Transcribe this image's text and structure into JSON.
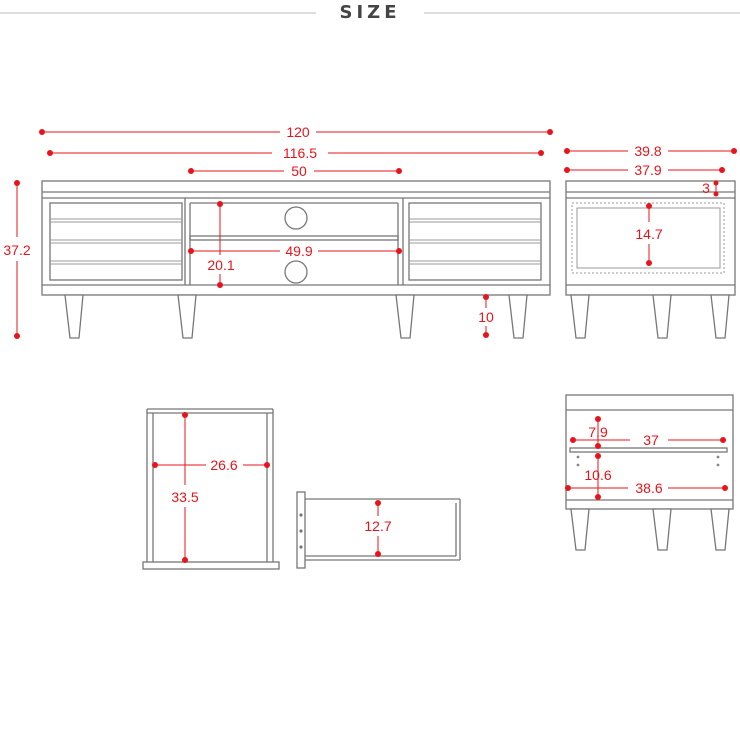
{
  "header": {
    "title": "SIZE"
  },
  "front_view": {
    "total_width": "120",
    "inner_width": "116.5",
    "center_width": "50",
    "shelf_width": "49.9",
    "shelf_height": "20.1",
    "total_height": "37.2",
    "leg_height": "10"
  },
  "side_view": {
    "depth": "39.8",
    "inner_depth": "37.9",
    "top_thickness": "3",
    "opening_height": "14.7"
  },
  "drawer_front": {
    "width": "26.6",
    "height": "33.5"
  },
  "drawer_side": {
    "height": "12.7"
  },
  "section_view": {
    "upper_gap": "7.9",
    "shelf_depth": "37",
    "lower_gap": "10.6",
    "bottom_depth": "38.6"
  },
  "colors": {
    "dimension": "#e8141c",
    "outline": "#777777"
  }
}
